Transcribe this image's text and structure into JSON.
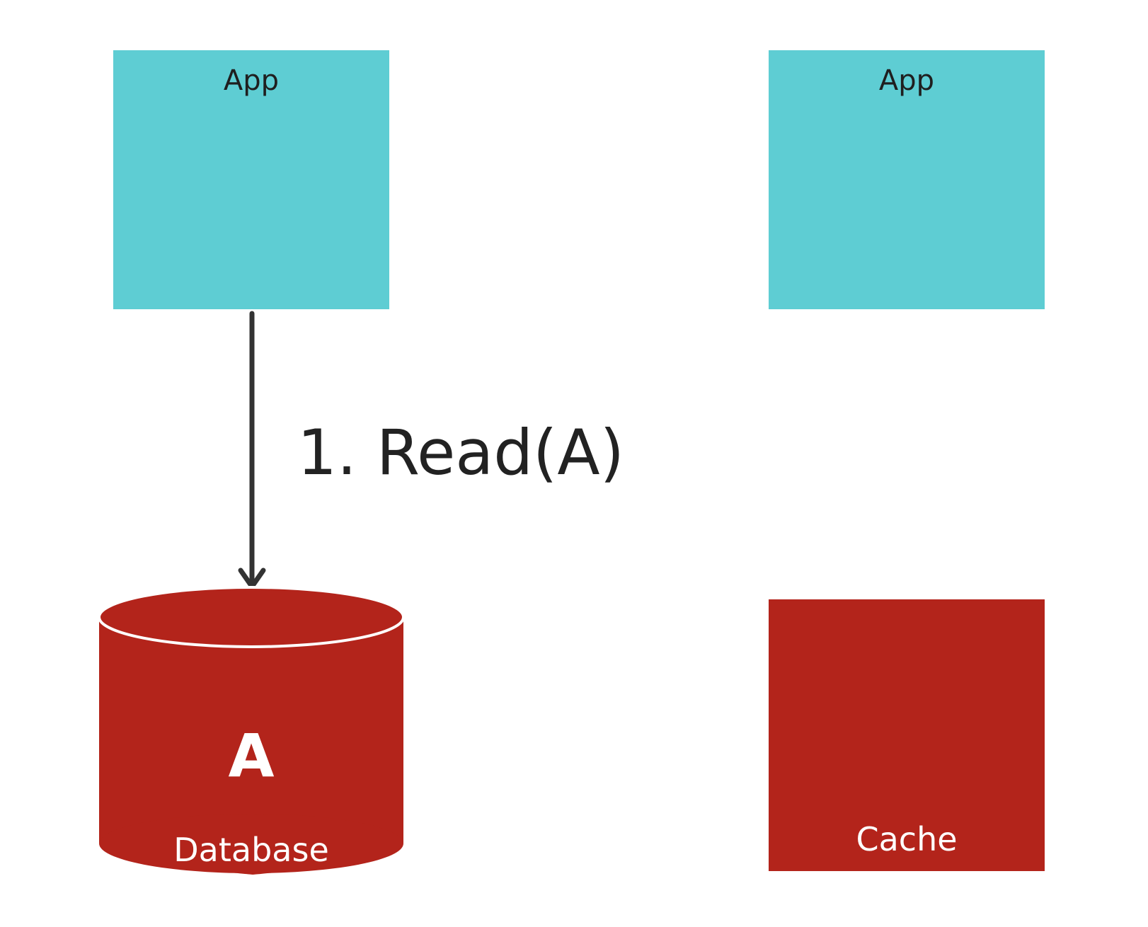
{
  "diagram": {
    "colors": {
      "app_fill": "#5ecdd3",
      "store_fill": "#b3241b",
      "arrow": "#333333",
      "background": "#ffffff"
    },
    "left_app": {
      "label": "App"
    },
    "right_app": {
      "label": "App"
    },
    "database": {
      "label": "Database",
      "content": "A"
    },
    "cache": {
      "label": "Cache"
    },
    "arrow": {
      "label": "1. Read(A)",
      "direction": "down",
      "from": "left_app",
      "to": "database"
    }
  }
}
